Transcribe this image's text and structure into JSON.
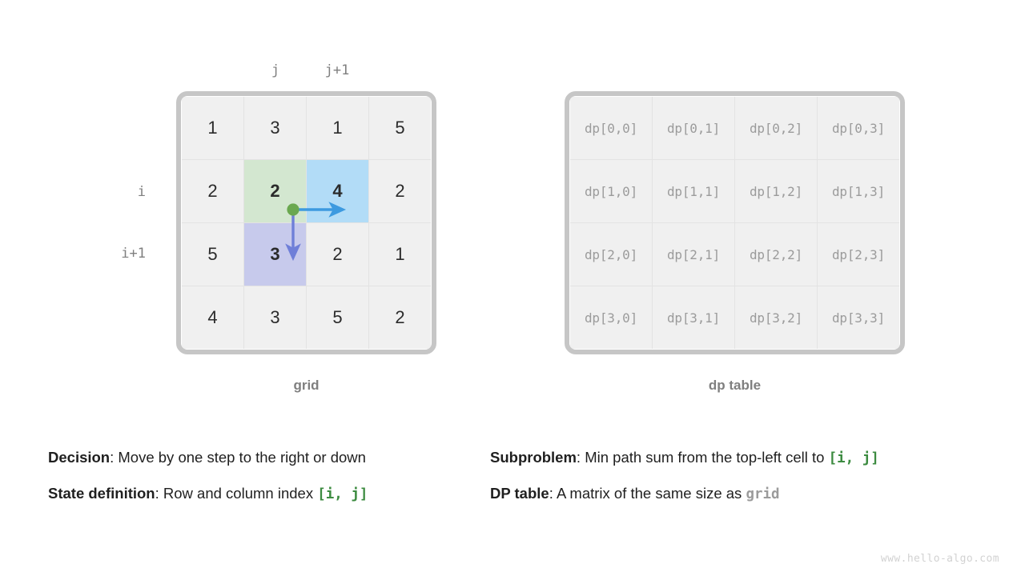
{
  "axis": {
    "col_j": "j",
    "col_j1": "j+1",
    "row_i": "i",
    "row_i1": "i+1"
  },
  "grid": {
    "caption": "grid",
    "rows": [
      [
        "1",
        "3",
        "1",
        "5"
      ],
      [
        "2",
        "2",
        "4",
        "2"
      ],
      [
        "5",
        "3",
        "2",
        "1"
      ],
      [
        "4",
        "3",
        "5",
        "2"
      ]
    ],
    "highlights": {
      "current_cell": {
        "row": 1,
        "col": 1,
        "fill": "#d3e7d0",
        "text_color": "#3c8b40"
      },
      "right_cell": {
        "row": 1,
        "col": 2,
        "fill": "#b2dcf7",
        "text_color": "#1a6fc4"
      },
      "down_cell": {
        "row": 2,
        "col": 1,
        "fill": "#c7caec",
        "text_color": "#2433cf"
      }
    },
    "arrows": {
      "origin_dot_color": "#6aa84f",
      "right_arrow_color": "#3d9ae0",
      "down_arrow_color": "#6f7fd8"
    }
  },
  "dp": {
    "caption": "dp table",
    "rows": [
      [
        "dp[0,0]",
        "dp[0,1]",
        "dp[0,2]",
        "dp[0,3]"
      ],
      [
        "dp[1,0]",
        "dp[1,1]",
        "dp[1,2]",
        "dp[1,3]"
      ],
      [
        "dp[2,0]",
        "dp[2,1]",
        "dp[2,2]",
        "dp[2,3]"
      ],
      [
        "dp[3,0]",
        "dp[3,1]",
        "dp[3,2]",
        "dp[3,3]"
      ]
    ]
  },
  "notes": {
    "decision": {
      "label": "Decision",
      "text": ": Move by one step to the right or down"
    },
    "state": {
      "label": "State definition",
      "text": ": Row and column index ",
      "code": "[i, j]"
    },
    "subproblem": {
      "label": "Subproblem",
      "text": ": Min path sum from the top-left cell to ",
      "code": "[i, j]"
    },
    "dptable": {
      "label": "DP table",
      "text": ": A matrix of the same size as ",
      "code": "grid"
    }
  },
  "watermark": "www.hello-algo.com"
}
